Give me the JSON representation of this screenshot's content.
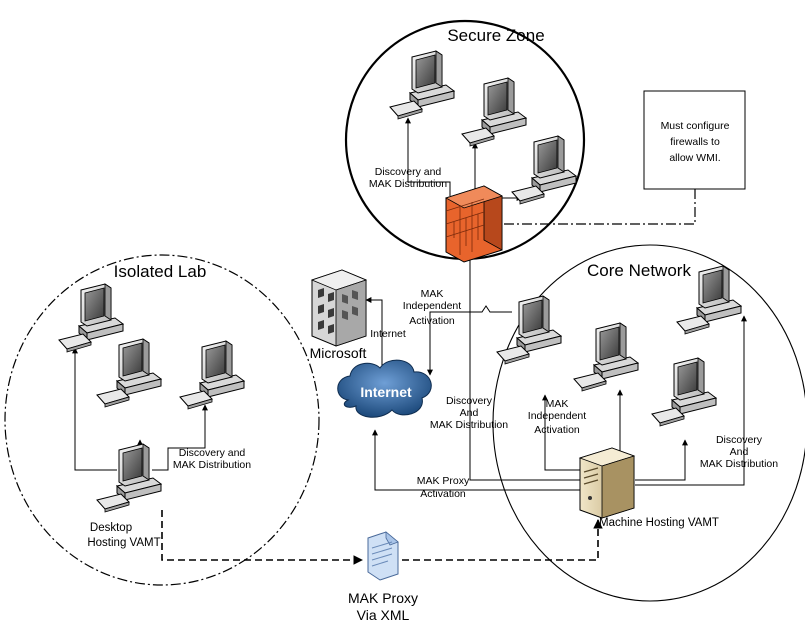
{
  "zones": {
    "secure": "Secure Zone",
    "isolated": "Isolated Lab",
    "core": "Core Network"
  },
  "callout": {
    "line1": "Must configure",
    "line2": "firewalls to",
    "line3": "allow WMI."
  },
  "labels": {
    "microsoft": "Microsoft",
    "internet_cloud": "Internet",
    "internet_link": "Internet",
    "secure_discovery_1": "Discovery and",
    "secure_discovery_2": "MAK Distribution",
    "mak_indep_top_1": "MAK",
    "mak_indep_top_2": "Independent",
    "mak_indep_top_3": "Activation",
    "mak_indep_core_1": "MAK",
    "mak_indep_core_2": "Independent",
    "mak_indep_core_3": "Activation",
    "discovery_center_1": "Discovery",
    "discovery_center_2": "And",
    "discovery_center_3": "MAK Distribution",
    "discovery_right_1": "Discovery",
    "discovery_right_2": "And",
    "discovery_right_3": "MAK Distribution",
    "isolated_discovery_1": "Discovery and",
    "isolated_discovery_2": "MAK Distribution",
    "mak_proxy_activation_1": "MAK Proxy",
    "mak_proxy_activation_2": "Activation",
    "desktop_host_1": "Desktop",
    "desktop_host_2": "Hosting VAMT",
    "machine_host": "Machine Hosting VAMT",
    "mak_proxy_xml_1": "MAK Proxy",
    "mak_proxy_xml_2": "Via XML"
  },
  "icons": {
    "workstation": "workstation-icon",
    "server": "server-icon",
    "firewall": "firewall-icon",
    "building": "building-icon",
    "cloud": "cloud-icon",
    "document": "xml-document-icon"
  },
  "colors": {
    "firewall": "#e8642c",
    "cloud": "#1d4a7c",
    "document": "#a9c4e8",
    "server": "#d8c49a"
  }
}
